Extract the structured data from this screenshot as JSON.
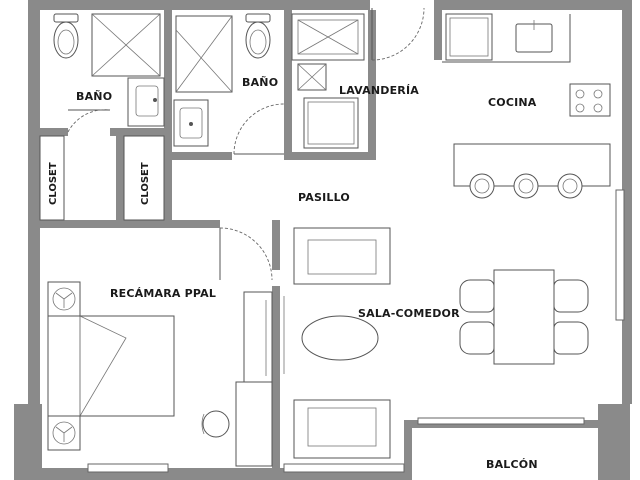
{
  "rooms": {
    "bano_1": "BAÑO",
    "bano_2": "BAÑO",
    "lavanderia": "LAVANDERÍA",
    "cocina": "COCINA",
    "closet_1": "CLOSET",
    "closet_2": "CLOSET",
    "pasillo": "PASILLO",
    "recamara": "RECÁMARA PPAL",
    "sala_comedor": "SALA-COMEDOR",
    "balcon": "BALCÓN"
  },
  "colors": {
    "wall": "#8a8a8a",
    "line": "#555555",
    "background": "#ffffff"
  }
}
